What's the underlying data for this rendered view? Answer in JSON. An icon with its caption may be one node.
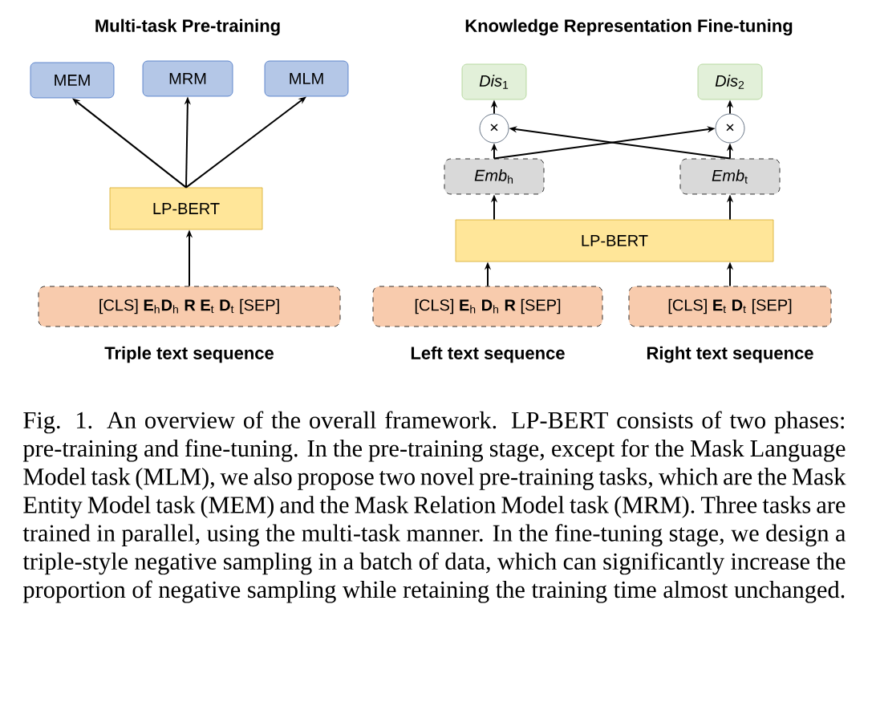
{
  "diagram": {
    "caption": "Fig. 1.  An overview of the overall framework. LP-BERT consists of two phases: pre-training and fine-tuning. In the pre-training stage, except for the Mask Language Model task (MLM), we also propose two novel pre-training tasks, which are the Mask Entity Model task (MEM) and the Mask Relation Model task (MRM). Three tasks are trained in parallel, using the multi-task manner. In the fine-tuning stage, we design a triple-style negative sampling in a batch of data, which can significantly increase the proportion of negative sampling while retaining the training time almost unchanged.",
    "nodes": [
      {
        "text": [
          "MEM"
        ]
      },
      {
        "text": [
          "MRM"
        ]
      },
      {
        "text": [
          "MLM"
        ]
      },
      {
        "text": [
          "LP-BERT"
        ]
      },
      {
        "text": [
          "[CLS] **E**$_{h}$**D**$_{h}$ **R** **E**$_{t}$ **D**$_{t}$ [SEP]"
        ],
        "beside": [
          "Triple text sequence"
        ]
      },
      {
        "text": [
          "*Dis*$_{1}$"
        ]
      },
      {
        "text": [
          "*Dis*$_{2}$"
        ]
      },
      {
        "text": [
          "×"
        ]
      },
      {
        "text": [
          "×"
        ]
      },
      {
        "text": [
          "*Emb*$_{h}$"
        ]
      },
      {
        "text": [
          "*Emb*$_{t}$"
        ]
      },
      {
        "text": [
          "LP-BERT"
        ]
      },
      {
        "text": [
          "[CLS] **E**$_{h}$ **D**$_{h}$ **R** [SEP]"
        ],
        "beside": [
          "Left text sequence"
        ]
      },
      {
        "text": [
          "[CLS] **E**$_{t}$ **D**$_{t}$ [SEP]"
        ],
        "beside": [
          "Right text sequence"
        ]
      }
    ],
    "edges": [
      {
        "from": 3,
        "to": 0,
        "arrow": "to"
      },
      {
        "from": 3,
        "to": 1,
        "arrow": "to"
      },
      {
        "from": 3,
        "to": 2,
        "arrow": "to"
      },
      {
        "from": 4,
        "to": 3,
        "arrow": "to"
      },
      {
        "from": 12,
        "to": 11,
        "arrow": "to"
      },
      {
        "from": 13,
        "to": 11,
        "arrow": "to"
      },
      {
        "from": 11,
        "to": 9,
        "arrow": "to"
      },
      {
        "from": 11,
        "to": 10,
        "arrow": "to"
      },
      {
        "from": 9,
        "to": 7,
        "arrow": "to"
      },
      {
        "from": 9,
        "to": 8,
        "arrow": "to"
      },
      {
        "from": 10,
        "to": 7,
        "arrow": "to"
      },
      {
        "from": 10,
        "to": 8,
        "arrow": "to"
      },
      {
        "from": 7,
        "to": 5,
        "arrow": "to"
      },
      {
        "from": 8,
        "to": 6,
        "arrow": "to"
      }
    ],
    "labels": [
      "Multi-task Pre-training",
      "Knowledge Representation Fine-tuning"
    ]
  }
}
